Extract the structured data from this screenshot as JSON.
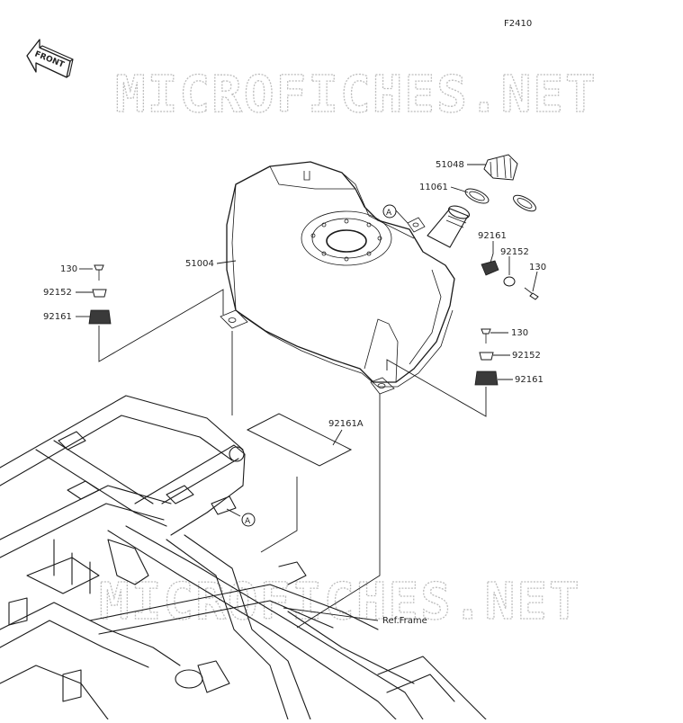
{
  "figure_code": "F2410",
  "front_label": "FRONT",
  "watermark": "MICROFICHES.NET",
  "ref_marker": "A",
  "part_labels": {
    "cap": "51048",
    "gasket": "11061",
    "tank": "51004",
    "left_bolt": "130",
    "left_collar": "92152",
    "left_damper": "92161",
    "right_damper_top": "92161",
    "right_collar_top": "92152",
    "right_bolt_top": "130",
    "right_bolt": "130",
    "right_collar": "92152",
    "right_damper": "92161",
    "pad": "92161A",
    "frame_ref": "Ref.Frame"
  }
}
